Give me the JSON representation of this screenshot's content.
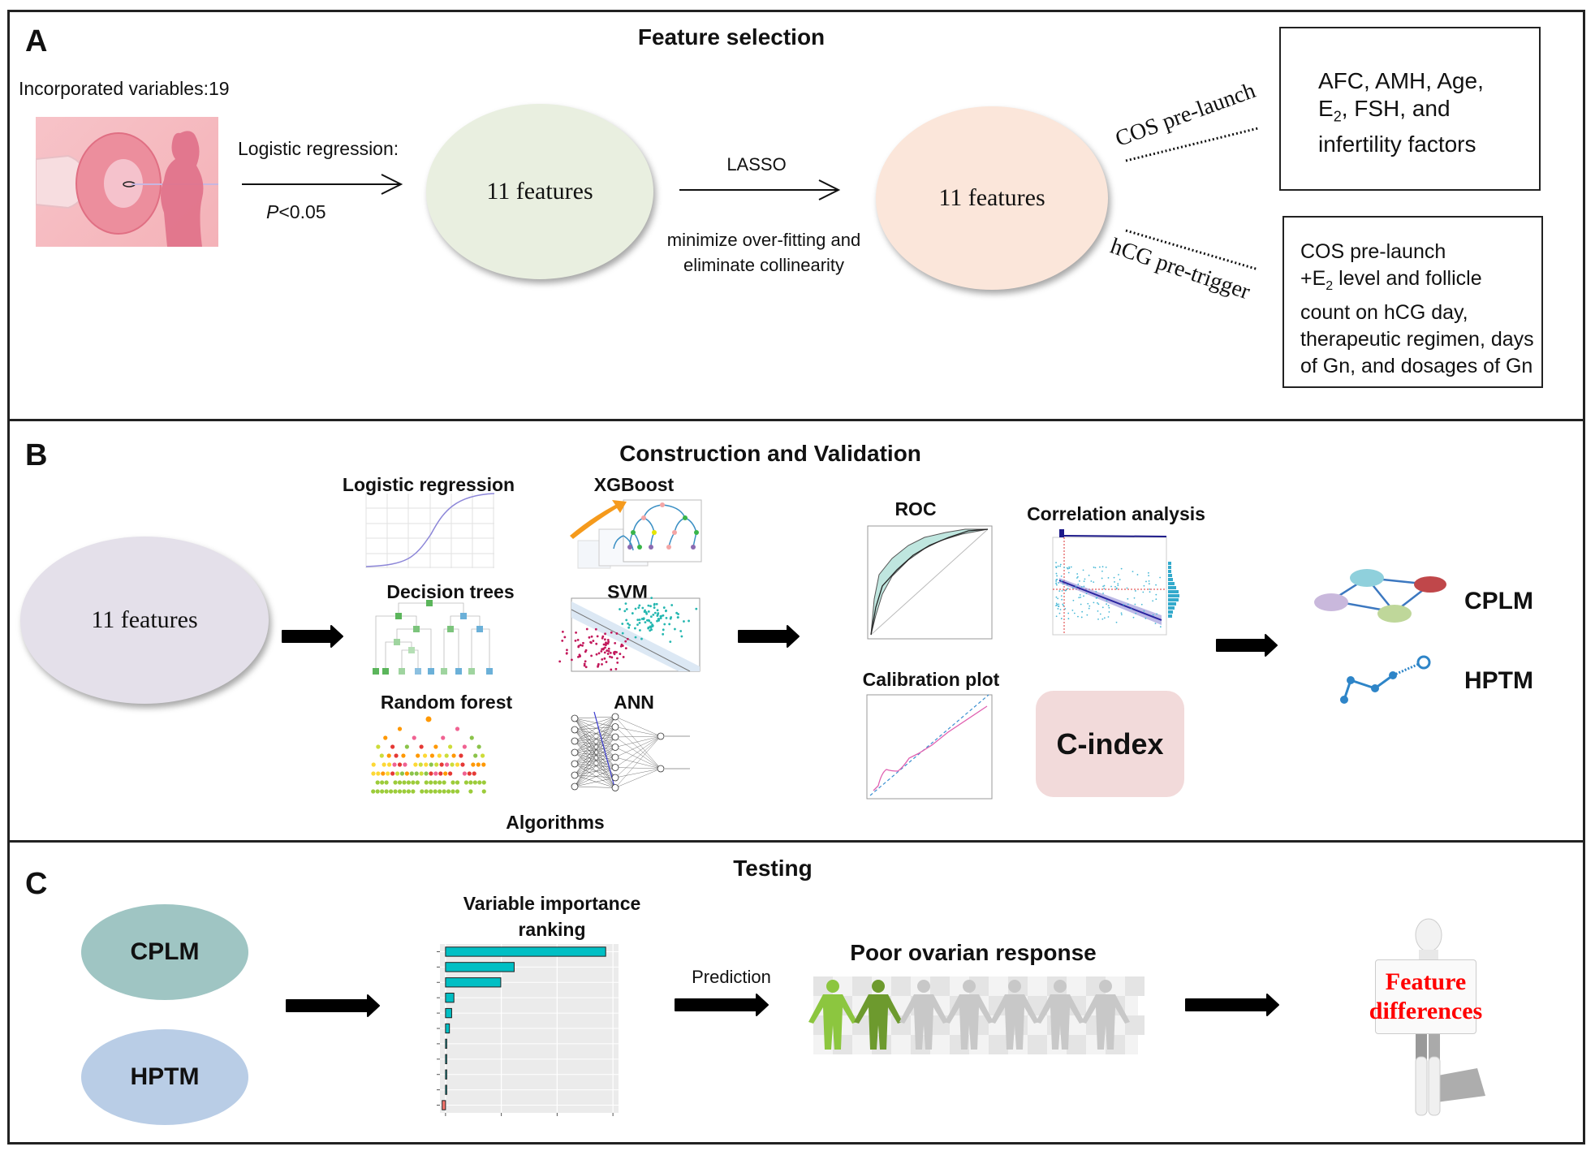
{
  "panels": {
    "a": {
      "label": "A",
      "title": "Feature selection",
      "incorporated": "Incorporated variables:19",
      "step1_method": "Logistic regression:",
      "step1_criterion_p": "P",
      "step1_criterion_rest": "<0.05",
      "ellipse1_label": "11 features",
      "step2_method": "LASSO",
      "step2_note_line1": "minimize over-fitting and",
      "step2_note_line2": "eliminate collinearity",
      "ellipse2_label": "11 features",
      "branch1_label": "COS pre-launch",
      "branch2_label": "hCG pre-trigger",
      "box1": {
        "line1": "AFC, AMH, Age,",
        "line2_pre": "E",
        "line2_sub": "2",
        "line2_post": ", FSH, and",
        "line3": "infertility factors"
      },
      "box2": {
        "line1": "COS pre-launch",
        "line2_pre": "+E",
        "line2_sub": "2",
        "line2_post": " level and follicle",
        "line3": "count on hCG day,",
        "line4": "therapeutic regimen, days",
        "line5": "of Gn, and dosages of Gn"
      }
    },
    "b": {
      "label": "B",
      "title": "Construction and Validation",
      "input_label": "11 features",
      "algorithms": [
        {
          "name": "Logistic regression"
        },
        {
          "name": "XGBoost"
        },
        {
          "name": "Decision trees"
        },
        {
          "name": "SVM"
        },
        {
          "name": "Random forest"
        },
        {
          "name": "ANN"
        }
      ],
      "algorithms_caption": "Algorithms",
      "validation": {
        "roc": "ROC",
        "correlation": "Correlation analysis",
        "calibration": "Calibration plot",
        "cindex": "C-index"
      },
      "models": [
        {
          "name": "CPLM"
        },
        {
          "name": "HPTM"
        }
      ]
    },
    "c": {
      "label": "C",
      "title": "Testing",
      "models": [
        {
          "name": "CPLM",
          "color": "#9fc5c3"
        },
        {
          "name": "HPTM",
          "color": "#b9cde6"
        }
      ],
      "importance_title_line1": "Variable importance",
      "importance_title_line2": "ranking",
      "prediction_label": "Prediction",
      "outcome_title": "Poor ovarian response",
      "people": {
        "total": 7,
        "highlighted": 2
      },
      "sign_line1": "Feature",
      "sign_line2": "differences"
    }
  },
  "chart_data": {
    "type": "bar",
    "orientation": "horizontal",
    "title": "Variable importance ranking",
    "categories": [
      "",
      "",
      "",
      "",
      "",
      "",
      "",
      "",
      "",
      "",
      ""
    ],
    "values": [
      2.87,
      1.23,
      0.99,
      0.15,
      0.11,
      0.07,
      0.01,
      0.01,
      0.01,
      0.01,
      -0.06
    ],
    "xlim": [
      -0.1,
      3.1
    ],
    "xticks": [
      0,
      1,
      2,
      3
    ],
    "grid": true,
    "colors": {
      "positive": "#00bfc4",
      "negative": "#f8766d",
      "background": "#ebebeb"
    }
  },
  "colors": {
    "ellipse_a1": "#e9efe0",
    "ellipse_a2": "#fbe6da",
    "ellipse_b": "#e4e0ea",
    "cindex_box": "#f2dada",
    "sign_text": "#ff0000"
  }
}
